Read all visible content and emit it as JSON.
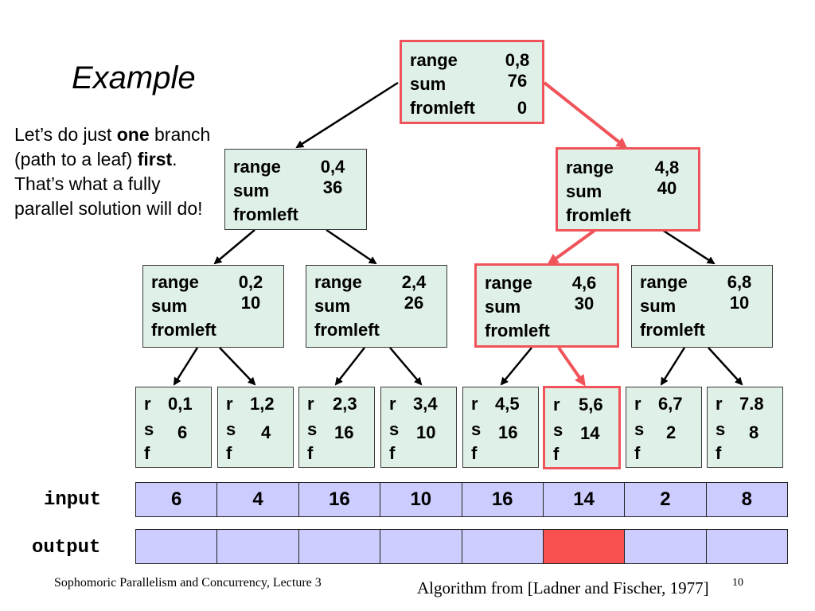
{
  "title": "Example",
  "intro": {
    "t1": "Let’s do just ",
    "b1": "one",
    "t2": " branch (path to a leaf) ",
    "b2": "first",
    "t3": ".  That’s what a fully parallel solution will do!"
  },
  "labels": {
    "range": "range",
    "sum": "sum",
    "fromleft": "fromleft",
    "r": "r",
    "s": "s",
    "f": "f"
  },
  "tree": {
    "root": {
      "range": "0,8",
      "sum": "76",
      "fromleft": "0",
      "highlighted": true
    },
    "level1": [
      {
        "range": "0,4",
        "sum": "36",
        "fromleft": "",
        "highlighted": false
      },
      {
        "range": "4,8",
        "sum": "40",
        "fromleft": "",
        "highlighted": true
      }
    ],
    "level2": [
      {
        "range": "0,2",
        "sum": "10",
        "fromleft": "",
        "highlighted": false
      },
      {
        "range": "2,4",
        "sum": "26",
        "fromleft": "",
        "highlighted": false
      },
      {
        "range": "4,6",
        "sum": "30",
        "fromleft": "",
        "highlighted": true
      },
      {
        "range": "6,8",
        "sum": "10",
        "fromleft": "",
        "highlighted": false
      }
    ],
    "leaves": [
      {
        "r": "0,1",
        "s": "6",
        "f": "",
        "highlighted": false
      },
      {
        "r": "1,2",
        "s": "4",
        "f": "",
        "highlighted": false
      },
      {
        "r": "2,3",
        "s": "16",
        "f": "",
        "highlighted": false
      },
      {
        "r": "3,4",
        "s": "10",
        "f": "",
        "highlighted": false
      },
      {
        "r": "4,5",
        "s": "16",
        "f": "",
        "highlighted": false
      },
      {
        "r": "5,6",
        "s": "14",
        "f": "",
        "highlighted": true
      },
      {
        "r": "6,7",
        "s": "2",
        "f": "",
        "highlighted": false
      },
      {
        "r": "7.8",
        "s": "8",
        "f": "",
        "highlighted": false
      }
    ]
  },
  "arrays": {
    "input_label": "input",
    "output_label": "output",
    "input": [
      "6",
      "4",
      "16",
      "10",
      "16",
      "14",
      "2",
      "8"
    ],
    "output": [
      "",
      "",
      "",
      "",
      "",
      "",
      "",
      ""
    ],
    "output_highlight_index": 5
  },
  "colors": {
    "node_fill": "#dff0e6",
    "highlight": "#f0545a",
    "array_fill": "#ccccff",
    "output_highlight": "#f7504f"
  },
  "footer": {
    "left": "Sophomoric Parallelism and Concurrency, Lecture 3",
    "right": "Algorithm from [Ladner and Fischer, 1977]",
    "page": "10"
  }
}
